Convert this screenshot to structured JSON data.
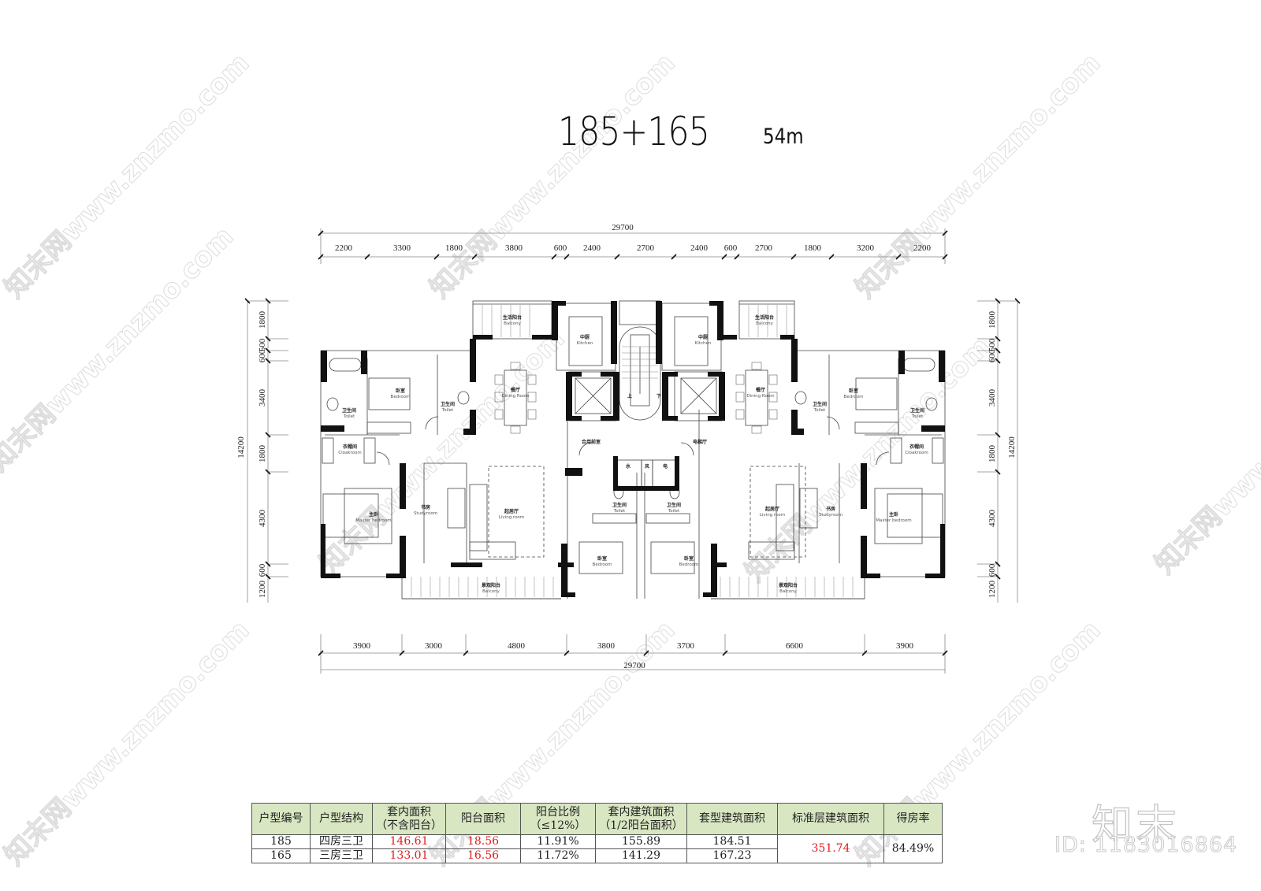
{
  "header": {
    "title": "185+165",
    "subtitle": "54m"
  },
  "dimensions": {
    "top_total": "29700",
    "top_segments": [
      "2200",
      "3300",
      "1800",
      "3800",
      "600",
      "2400",
      "2700",
      "2400",
      "600",
      "2700",
      "1800",
      "3200",
      "2200"
    ],
    "bottom_total": "29700",
    "bottom_segments": [
      "3900",
      "3000",
      "4800",
      "3800",
      "3700",
      "6600",
      "3900"
    ],
    "left_total": "14200",
    "left_segments": [
      "1800",
      "600",
      "500",
      "3400",
      "1800",
      "4300",
      "600",
      "1200"
    ],
    "right_total": "14200",
    "right_segments": [
      "1800",
      "600",
      "500",
      "3400",
      "1800",
      "4300",
      "600",
      "1200"
    ]
  },
  "rooms": {
    "balcony_service": {
      "cn": "生活阳台",
      "en": "Balcony"
    },
    "kitchen": {
      "cn": "中厨",
      "en": "Kitchen"
    },
    "dining": {
      "cn": "餐厅",
      "en": "Dining Room"
    },
    "bedroom": {
      "cn": "卧室",
      "en": "Bedroom"
    },
    "toilet": {
      "cn": "卫生间",
      "en": "Toilet"
    },
    "cloakroom": {
      "cn": "衣帽间",
      "en": "Cloakroom"
    },
    "master": {
      "cn": "主卧",
      "en": "Master bedroom"
    },
    "study": {
      "cn": "书房",
      "en": "Studyroom"
    },
    "living": {
      "cn": "起居厅",
      "en": "Living room"
    },
    "balcony_view": {
      "cn": "景观阳台",
      "en": "Balcony"
    },
    "shared_front": "合用前室",
    "elevator_hall": "电梯厅",
    "shaft_water": "水",
    "shaft_air": "风",
    "shaft_elec": "电",
    "stair_up": "上",
    "stair_down": "下"
  },
  "table": {
    "headers": [
      {
        "line1": "户型编号",
        "line2": ""
      },
      {
        "line1": "户型结构",
        "line2": ""
      },
      {
        "line1": "套内面积",
        "line2": "（不含阳台）"
      },
      {
        "line1": "阳台面积",
        "line2": ""
      },
      {
        "line1": "阳台比例",
        "line2": "（≤12%）"
      },
      {
        "line1": "套内建筑面积",
        "line2": "（1/2阳台面积）"
      },
      {
        "line1": "套型建筑面积",
        "line2": ""
      },
      {
        "line1": "标准层建筑面积",
        "line2": ""
      },
      {
        "line1": "得房率",
        "line2": ""
      }
    ],
    "rows": [
      {
        "code": "185",
        "structure": "四房三卫",
        "inner_area": "146.61",
        "balcony_area": "18.56",
        "balcony_ratio": "11.91%",
        "inner_building_area": "155.89",
        "unit_building_area": "184.51"
      },
      {
        "code": "165",
        "structure": "三房三卫",
        "inner_area": "133.01",
        "balcony_area": "16.56",
        "balcony_ratio": "11.72%",
        "inner_building_area": "141.29",
        "unit_building_area": "167.23"
      }
    ],
    "floor_area": "351.74",
    "efficiency": "84.49%",
    "colors": {
      "header_bg": "#d8e6c2",
      "highlight": "#e01b1b"
    }
  },
  "watermark": {
    "text": "知末网www.znzmo.com",
    "logo": "知末",
    "id": "ID: 1183016864"
  }
}
